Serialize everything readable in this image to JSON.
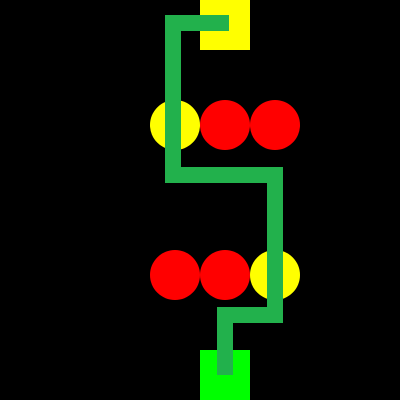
{
  "colors": {
    "background": "#000000",
    "goal": "#ffff00",
    "start": "#00ff00",
    "path": "#22b14c",
    "enemy": "#ff0000",
    "coin": "#ffff00"
  },
  "legend": {
    "goal_tile": "goal-square",
    "start_tile": "start-square",
    "path_line": "player-path",
    "red_circle": "enemy-dot",
    "yellow_circle": "coin-dot"
  }
}
